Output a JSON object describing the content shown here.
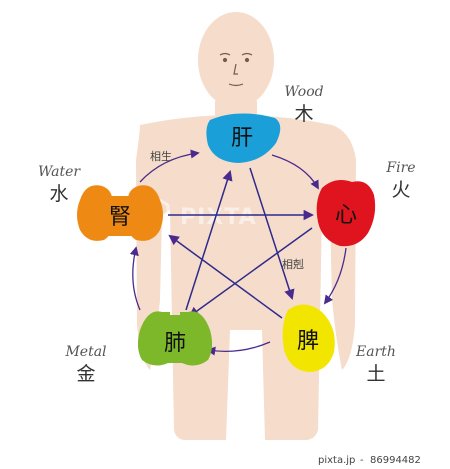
{
  "elements": {
    "wood": {
      "name": "Wood",
      "char": "木",
      "organ": "肝",
      "color": "#1a9fd9"
    },
    "fire": {
      "name": "Fire",
      "char": "火",
      "organ": "心",
      "color": "#e0141e"
    },
    "earth": {
      "name": "Earth",
      "char": "土",
      "organ": "脾",
      "color": "#f2e600"
    },
    "metal": {
      "name": "Metal",
      "char": "金",
      "organ": "肺",
      "color": "#7cb829"
    },
    "water": {
      "name": "Water",
      "char": "水",
      "organ": "腎",
      "color": "#ee8a14"
    }
  },
  "cycle_labels": {
    "generating": "相生",
    "controlling": "相剋"
  },
  "colors": {
    "body": "#f5dccb",
    "arrow": "#4a2a8c",
    "text": "#555555"
  },
  "watermark": {
    "logo_text": "PIXTA"
  },
  "footer": {
    "brand": "pixta.jp",
    "separator": "-",
    "id": "86994482"
  }
}
